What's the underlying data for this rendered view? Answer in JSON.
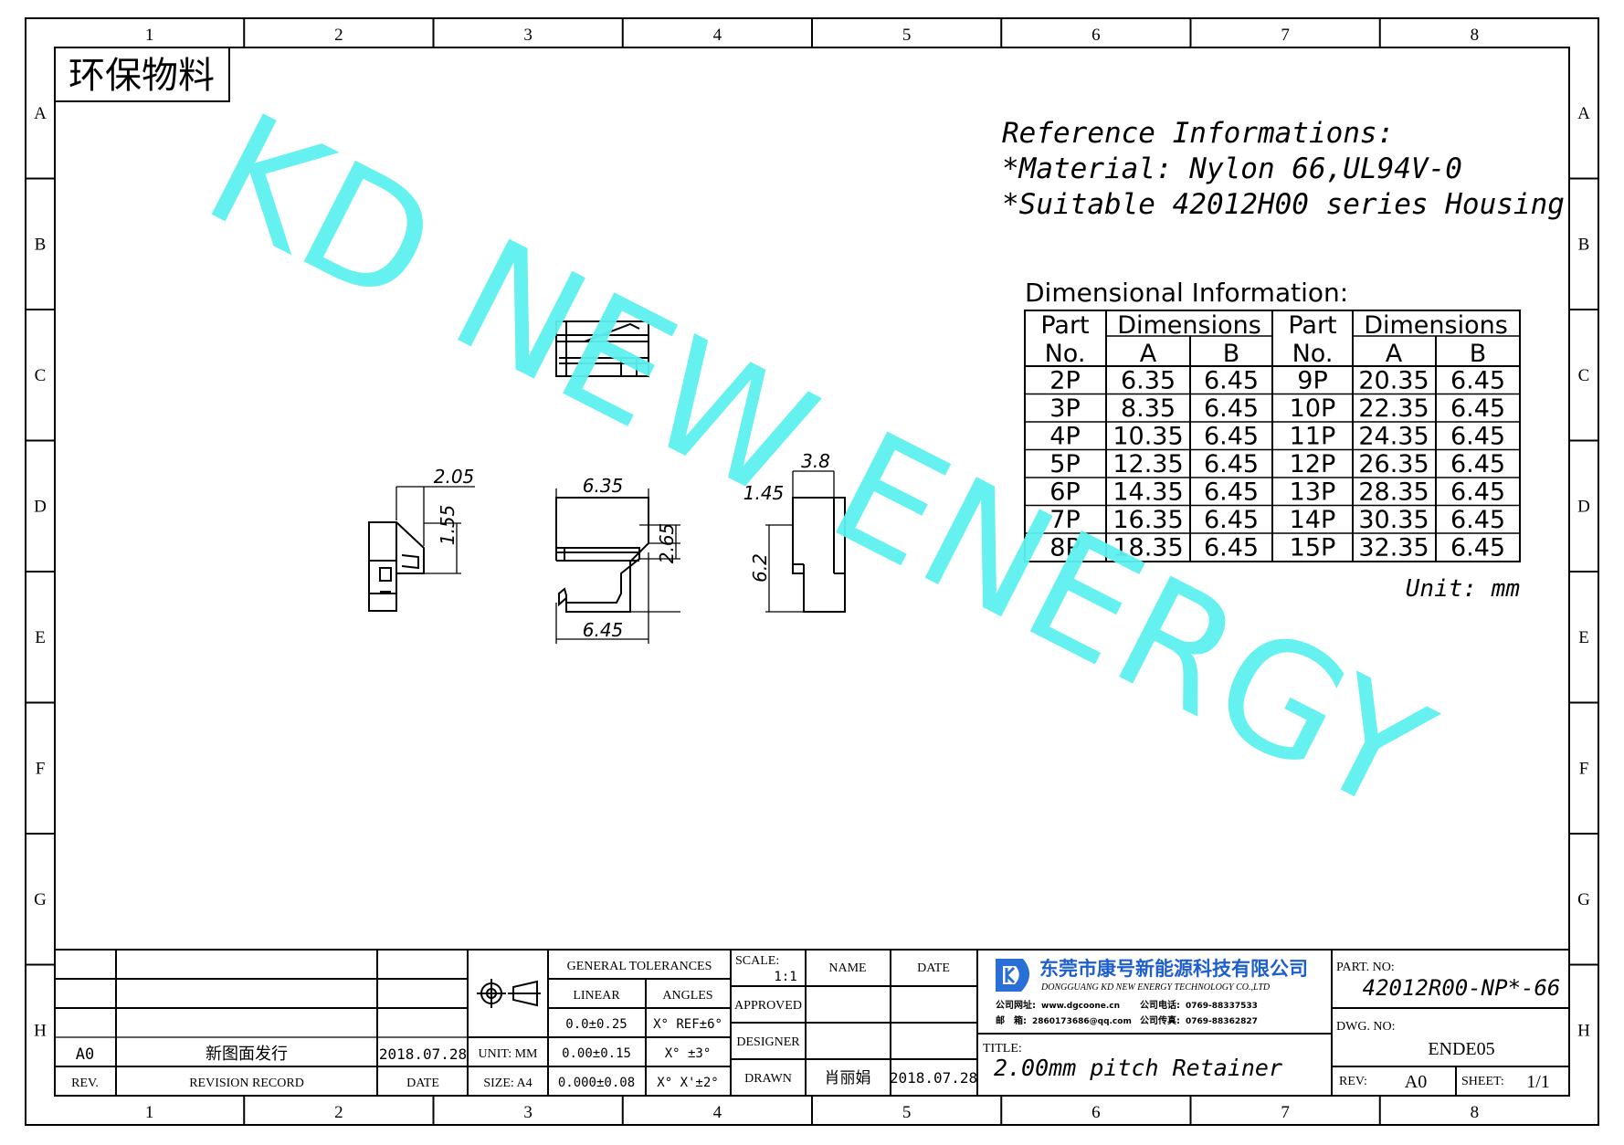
{
  "grid": {
    "columns": [
      "1",
      "2",
      "3",
      "4",
      "5",
      "6",
      "7",
      "8"
    ],
    "rows": [
      "A",
      "B",
      "C",
      "D",
      "E",
      "F",
      "G",
      "H"
    ]
  },
  "eco_label": "环保物料",
  "watermark": "KD NEW ENERGY",
  "reference": {
    "title": "Reference Informations:",
    "material": "*Material: Nylon 66,UL94V-0",
    "suitable": "*Suitable 42012H00 series Housing"
  },
  "dimensional": {
    "title": "Dimensional Information:",
    "header_part": "Part",
    "header_no": "No.",
    "header_dims": "Dimensions",
    "header_a": "A",
    "header_b": "B",
    "left": [
      {
        "part": "2P",
        "a": "6.35",
        "b": "6.45"
      },
      {
        "part": "3P",
        "a": "8.35",
        "b": "6.45"
      },
      {
        "part": "4P",
        "a": "10.35",
        "b": "6.45"
      },
      {
        "part": "5P",
        "a": "12.35",
        "b": "6.45"
      },
      {
        "part": "6P",
        "a": "14.35",
        "b": "6.45"
      },
      {
        "part": "7P",
        "a": "16.35",
        "b": "6.45"
      },
      {
        "part": "8P",
        "a": "18.35",
        "b": "6.45"
      }
    ],
    "right": [
      {
        "part": "9P",
        "a": "20.35",
        "b": "6.45"
      },
      {
        "part": "10P",
        "a": "22.35",
        "b": "6.45"
      },
      {
        "part": "11P",
        "a": "24.35",
        "b": "6.45"
      },
      {
        "part": "12P",
        "a": "26.35",
        "b": "6.45"
      },
      {
        "part": "13P",
        "a": "28.35",
        "b": "6.45"
      },
      {
        "part": "14P",
        "a": "30.35",
        "b": "6.45"
      },
      {
        "part": "15P",
        "a": "32.35",
        "b": "6.45"
      }
    ],
    "unit": "Unit: mm"
  },
  "dims": {
    "d205": "2.05",
    "d155": "1.55",
    "d635": "6.35",
    "d265": "2.65",
    "d645": "6.45",
    "d38": "3.8",
    "d145": "1.45",
    "d62": "6.2"
  },
  "title_block": {
    "rev_value": "A0",
    "revision_text": "新图面发行",
    "revision_date": "2018.07.28",
    "rev_label": "REV.",
    "revision_record_label": "REVISION RECORD",
    "date_label": "DATE",
    "unit_label": "UNIT: MM",
    "size_label": "SIZE: A4",
    "general_tolerances": "GENERAL TOLERANCES",
    "linear": "LINEAR",
    "angles": "ANGLES",
    "tol1": "0.0±0.25",
    "tol2": "0.00±0.15",
    "tol3": "0.000±0.08",
    "ang1": "X° REF±6°",
    "ang2": "X° ±3°",
    "ang3": "X° X'±2°",
    "scale_label": "SCALE:",
    "scale_value": "1:1",
    "name_label": "NAME",
    "date2_label": "DATE",
    "approved": "APPROVED",
    "designer": "DESIGNER",
    "drawn": "DRAWN",
    "drawn_name": "肖丽娟",
    "drawn_date": "2018.07.28",
    "company_cn": "东莞市康号新能源科技有限公司",
    "company_en": "DONGGUANG KD NEW ENERGY TECHNOLOGY CO.,LTD",
    "contact1_label": "公司网址:",
    "contact1_value": "www.dgcoone.cn",
    "contact2_label": "公司电话:",
    "contact2_value": "0769-88337533",
    "contact3_label": "邮　箱:",
    "contact3_value": "2860173686@qq.com",
    "contact4_label": "公司传真:",
    "contact4_value": "0769-88362827",
    "title_label": "TITLE:",
    "title_value": "2.00mm pitch Retainer",
    "part_no_label": "PART. NO:",
    "part_no_value": "42012R00-NP*-66",
    "dwg_no_label": "DWG. NO:",
    "dwg_no_value": "ENDE05",
    "rev2_label": "REV:",
    "rev2_value": "A0",
    "sheet_label": "SHEET:",
    "sheet_value": "1/1"
  },
  "colors": {
    "watermark": "#5ef0f0",
    "logo_blue": "#2a6fd6",
    "ink": "#000000"
  }
}
